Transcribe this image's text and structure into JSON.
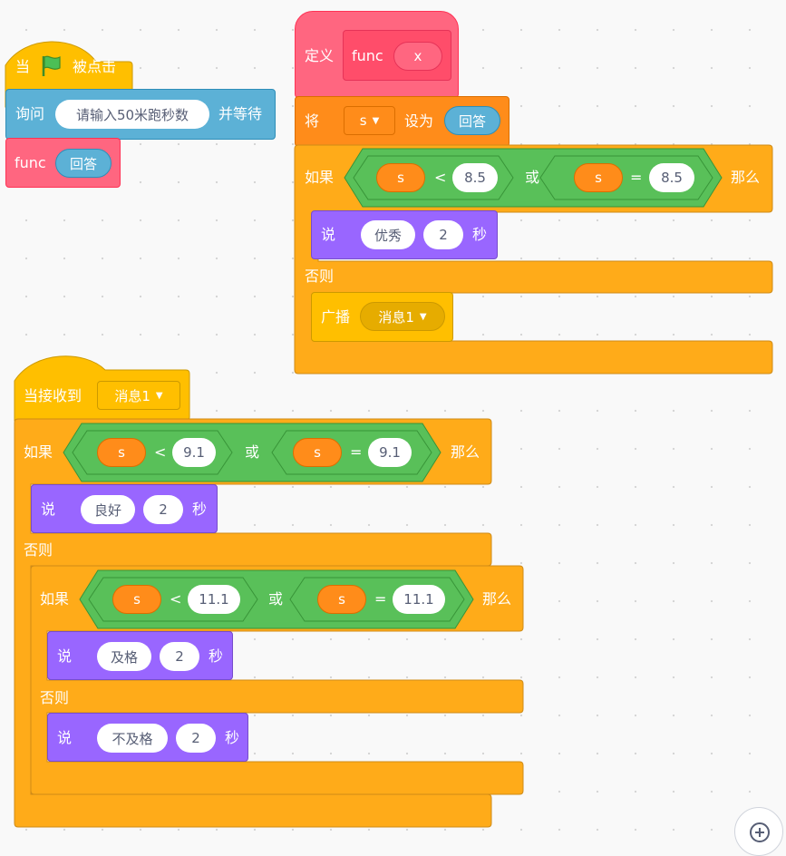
{
  "colors": {
    "events": "#ffbf00",
    "sensing": "#5cb1d6",
    "custom": "#ff6680",
    "variables": "#ff8c1a",
    "control": "#ffab19",
    "operators": "#59c059",
    "looks": "#9966ff",
    "canvas": "#f9f9f9"
  },
  "script1": {
    "hat": {
      "prefix": "当",
      "suffix": "被点击",
      "icon": "green-flag-icon"
    },
    "ask": {
      "label": "询问",
      "question": "请输入50米跑秒数",
      "suffix": "并等待"
    },
    "call": {
      "label": "func",
      "arg": "回答"
    }
  },
  "script2": {
    "define": {
      "label": "定义",
      "func": "func",
      "param": "x"
    },
    "set": {
      "prefix": "将",
      "var": "s",
      "mid": "设为",
      "value": "回答"
    },
    "if1": {
      "if": "如果",
      "left": {
        "var": "s",
        "op": "<",
        "val": "8.5"
      },
      "or": "或",
      "right": {
        "var": "s",
        "op": "=",
        "val": "8.5"
      },
      "then": "那么"
    },
    "say1": {
      "label": "说",
      "msg": "优秀",
      "secs": "2",
      "unit": "秒"
    },
    "else": "否则",
    "broadcast": {
      "label": "广播",
      "msg": "消息1"
    }
  },
  "script3": {
    "hat": {
      "label": "当接收到",
      "msg": "消息1"
    },
    "if1": {
      "if": "如果",
      "left": {
        "var": "s",
        "op": "<",
        "val": "9.1"
      },
      "or": "或",
      "right": {
        "var": "s",
        "op": "=",
        "val": "9.1"
      },
      "then": "那么"
    },
    "say1": {
      "label": "说",
      "msg": "良好",
      "secs": "2",
      "unit": "秒"
    },
    "else1": "否则",
    "if2": {
      "if": "如果",
      "left": {
        "var": "s",
        "op": "<",
        "val": "11.1"
      },
      "or": "或",
      "right": {
        "var": "s",
        "op": "=",
        "val": "11.1"
      },
      "then": "那么"
    },
    "say2": {
      "label": "说",
      "msg": "及格",
      "secs": "2",
      "unit": "秒"
    },
    "else2": "否则",
    "say3": {
      "label": "说",
      "msg": "不及格",
      "secs": "2",
      "unit": "秒"
    }
  },
  "zoom": {
    "icon": "zoom-in-icon"
  }
}
